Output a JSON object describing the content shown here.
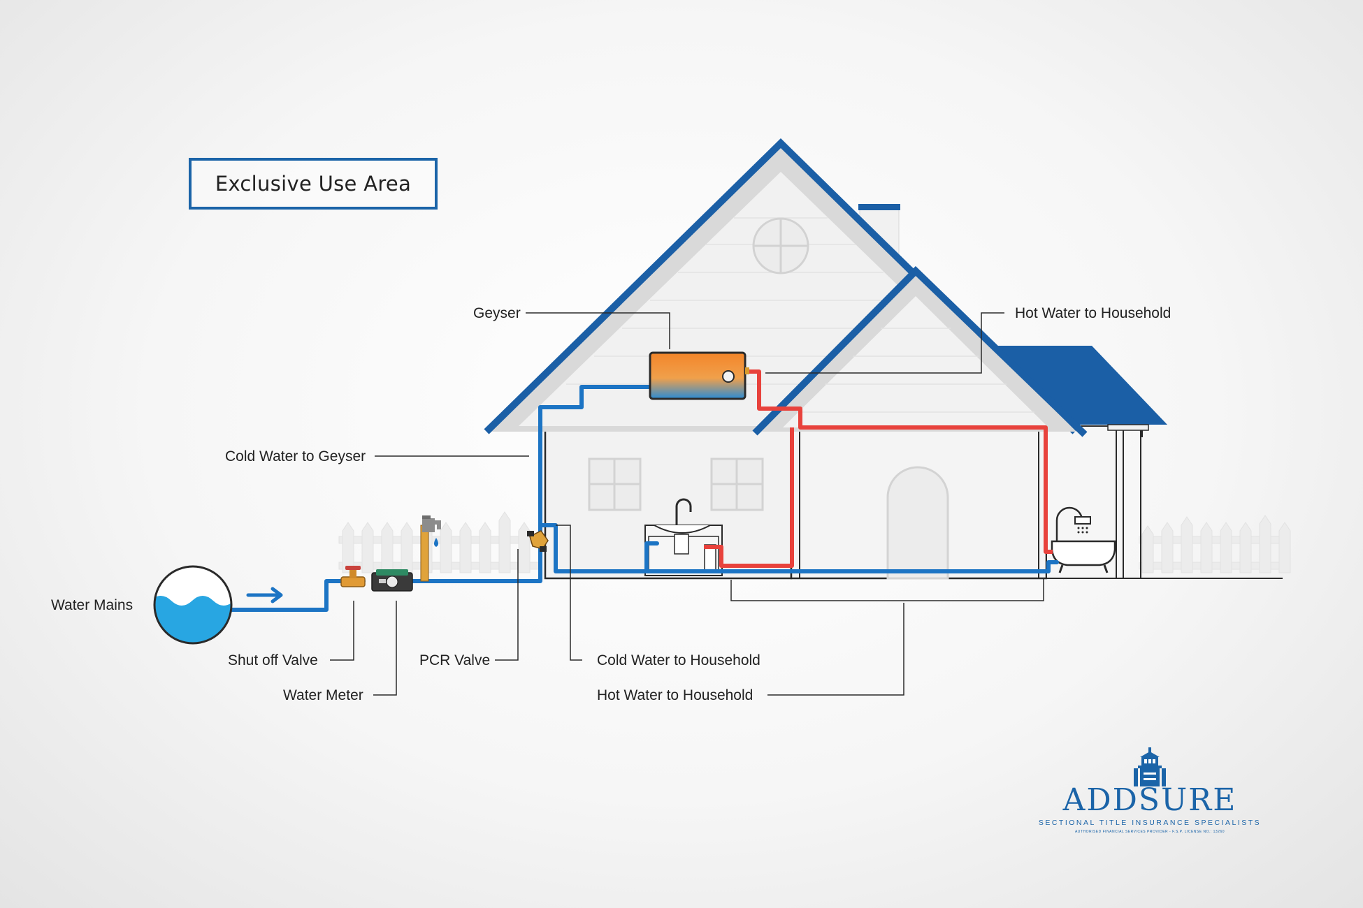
{
  "title": "Exclusive Use Area",
  "labels": {
    "geyser": "Geyser",
    "hot_water_top": "Hot Water to Household",
    "cold_water_to_geyser": "Cold Water to Geyser",
    "water_mains": "Water Mains",
    "shut_off_valve": "Shut off Valve",
    "water_meter": "Water Meter",
    "pcr_valve": "PCR Valve",
    "cold_water_to_household": "Cold Water to Household",
    "hot_water_bottom": "Hot Water to Household"
  },
  "logo": {
    "wordmark": "ADDSURE",
    "tagline": "SECTIONAL TITLE INSURANCE SPECIALISTS",
    "fine_print": "AUTHORISED FINANCIAL SERVICES PROVIDER - F.S.P. LICENSE NO.: 13260"
  },
  "colors": {
    "cold_pipe": "#1c74c4",
    "hot_pipe": "#e8423c",
    "roof": "#1b5fa6",
    "water": "#28a6e2",
    "outline": "#2a2a2a"
  }
}
